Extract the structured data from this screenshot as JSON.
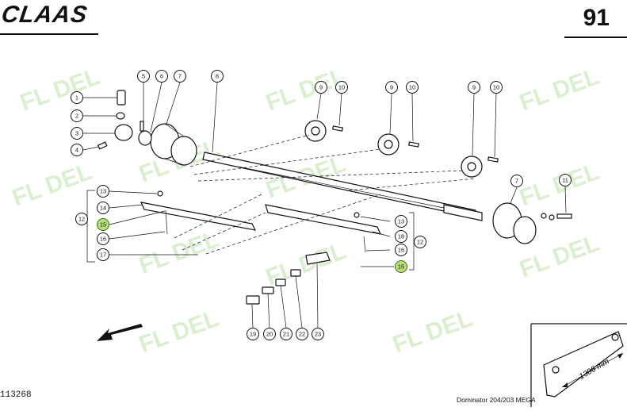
{
  "header": {
    "brand_logo": "CLAAS",
    "page_number": "91"
  },
  "footer": {
    "drawing_code": "113268",
    "model": "Dominator 204/203 MEGA"
  },
  "watermark": {
    "text": "FL DEL",
    "color": "#cdeabf"
  },
  "inset": {
    "dimension_label": "1306 mm"
  },
  "callouts": {
    "c1": "1",
    "c2": "2",
    "c3": "3",
    "c4": "4",
    "c5": "5",
    "c6": "6",
    "c7a": "7",
    "c8": "8",
    "c9a": "9",
    "c10a": "10",
    "c9b": "9",
    "c10b": "10",
    "c9c": "9",
    "c10c": "10",
    "c7b": "7",
    "c11": "11",
    "c13a": "13",
    "c14": "14",
    "c12a": "12",
    "c15a": "15",
    "c16a": "16",
    "c17": "17",
    "c13b": "13",
    "c18": "18",
    "c12b": "12",
    "c16b": "16",
    "c15b": "15",
    "c19": "19",
    "c20": "20",
    "c21": "21",
    "c22": "22",
    "c23": "23"
  },
  "highlight_color": "#b6df7a"
}
